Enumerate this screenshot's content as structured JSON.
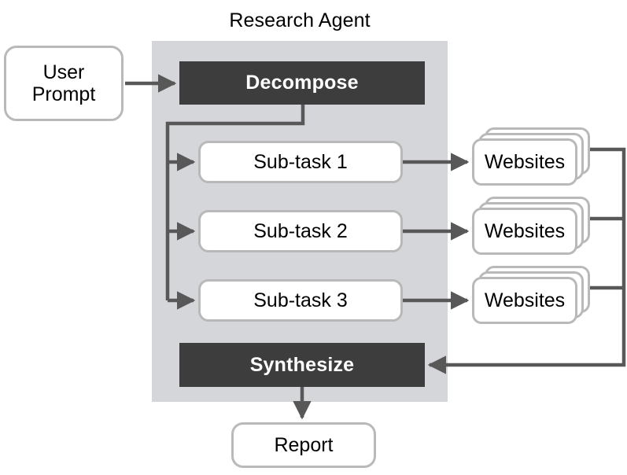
{
  "diagram": {
    "title": "Research Agent",
    "panel_color": "#d5d6d9",
    "process_color": "#3d3d3d",
    "wire_color": "#585858",
    "box_border_color": "#b9b9b9"
  },
  "nodes": {
    "user_prompt": {
      "line1": "User",
      "line2": "Prompt"
    },
    "decompose": {
      "label": "Decompose"
    },
    "synthesize": {
      "label": "Synthesize"
    },
    "report": {
      "label": "Report"
    },
    "subtasks": [
      {
        "label": "Sub-task 1"
      },
      {
        "label": "Sub-task 2"
      },
      {
        "label": "Sub-task 3"
      }
    ],
    "website_stacks": [
      {
        "label": "Websites"
      },
      {
        "label": "Websites"
      },
      {
        "label": "Websites"
      }
    ]
  }
}
